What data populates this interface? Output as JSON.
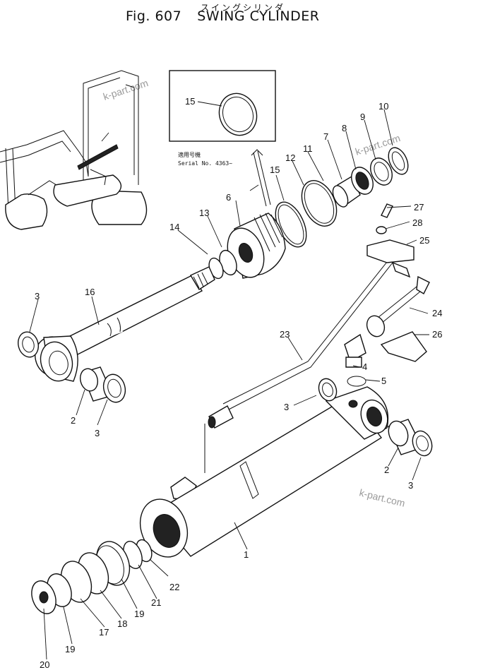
{
  "header": {
    "kana": "スイングシリンダ",
    "fig": "Fig. 607",
    "name": "SWING CYLINDER"
  },
  "inset": {
    "label_jp": "適用号機",
    "serial": "Serial No. 4363~"
  },
  "watermark": "k-part.com",
  "callouts": [
    "1",
    "2",
    "2",
    "3",
    "3",
    "3",
    "3",
    "4",
    "5",
    "6",
    "7",
    "8",
    "9",
    "10",
    "11",
    "12",
    "13",
    "14",
    "15",
    "15",
    "16",
    "17",
    "18",
    "19",
    "19",
    "20",
    "21",
    "22",
    "23",
    "24",
    "25",
    "26",
    "27",
    "28"
  ]
}
